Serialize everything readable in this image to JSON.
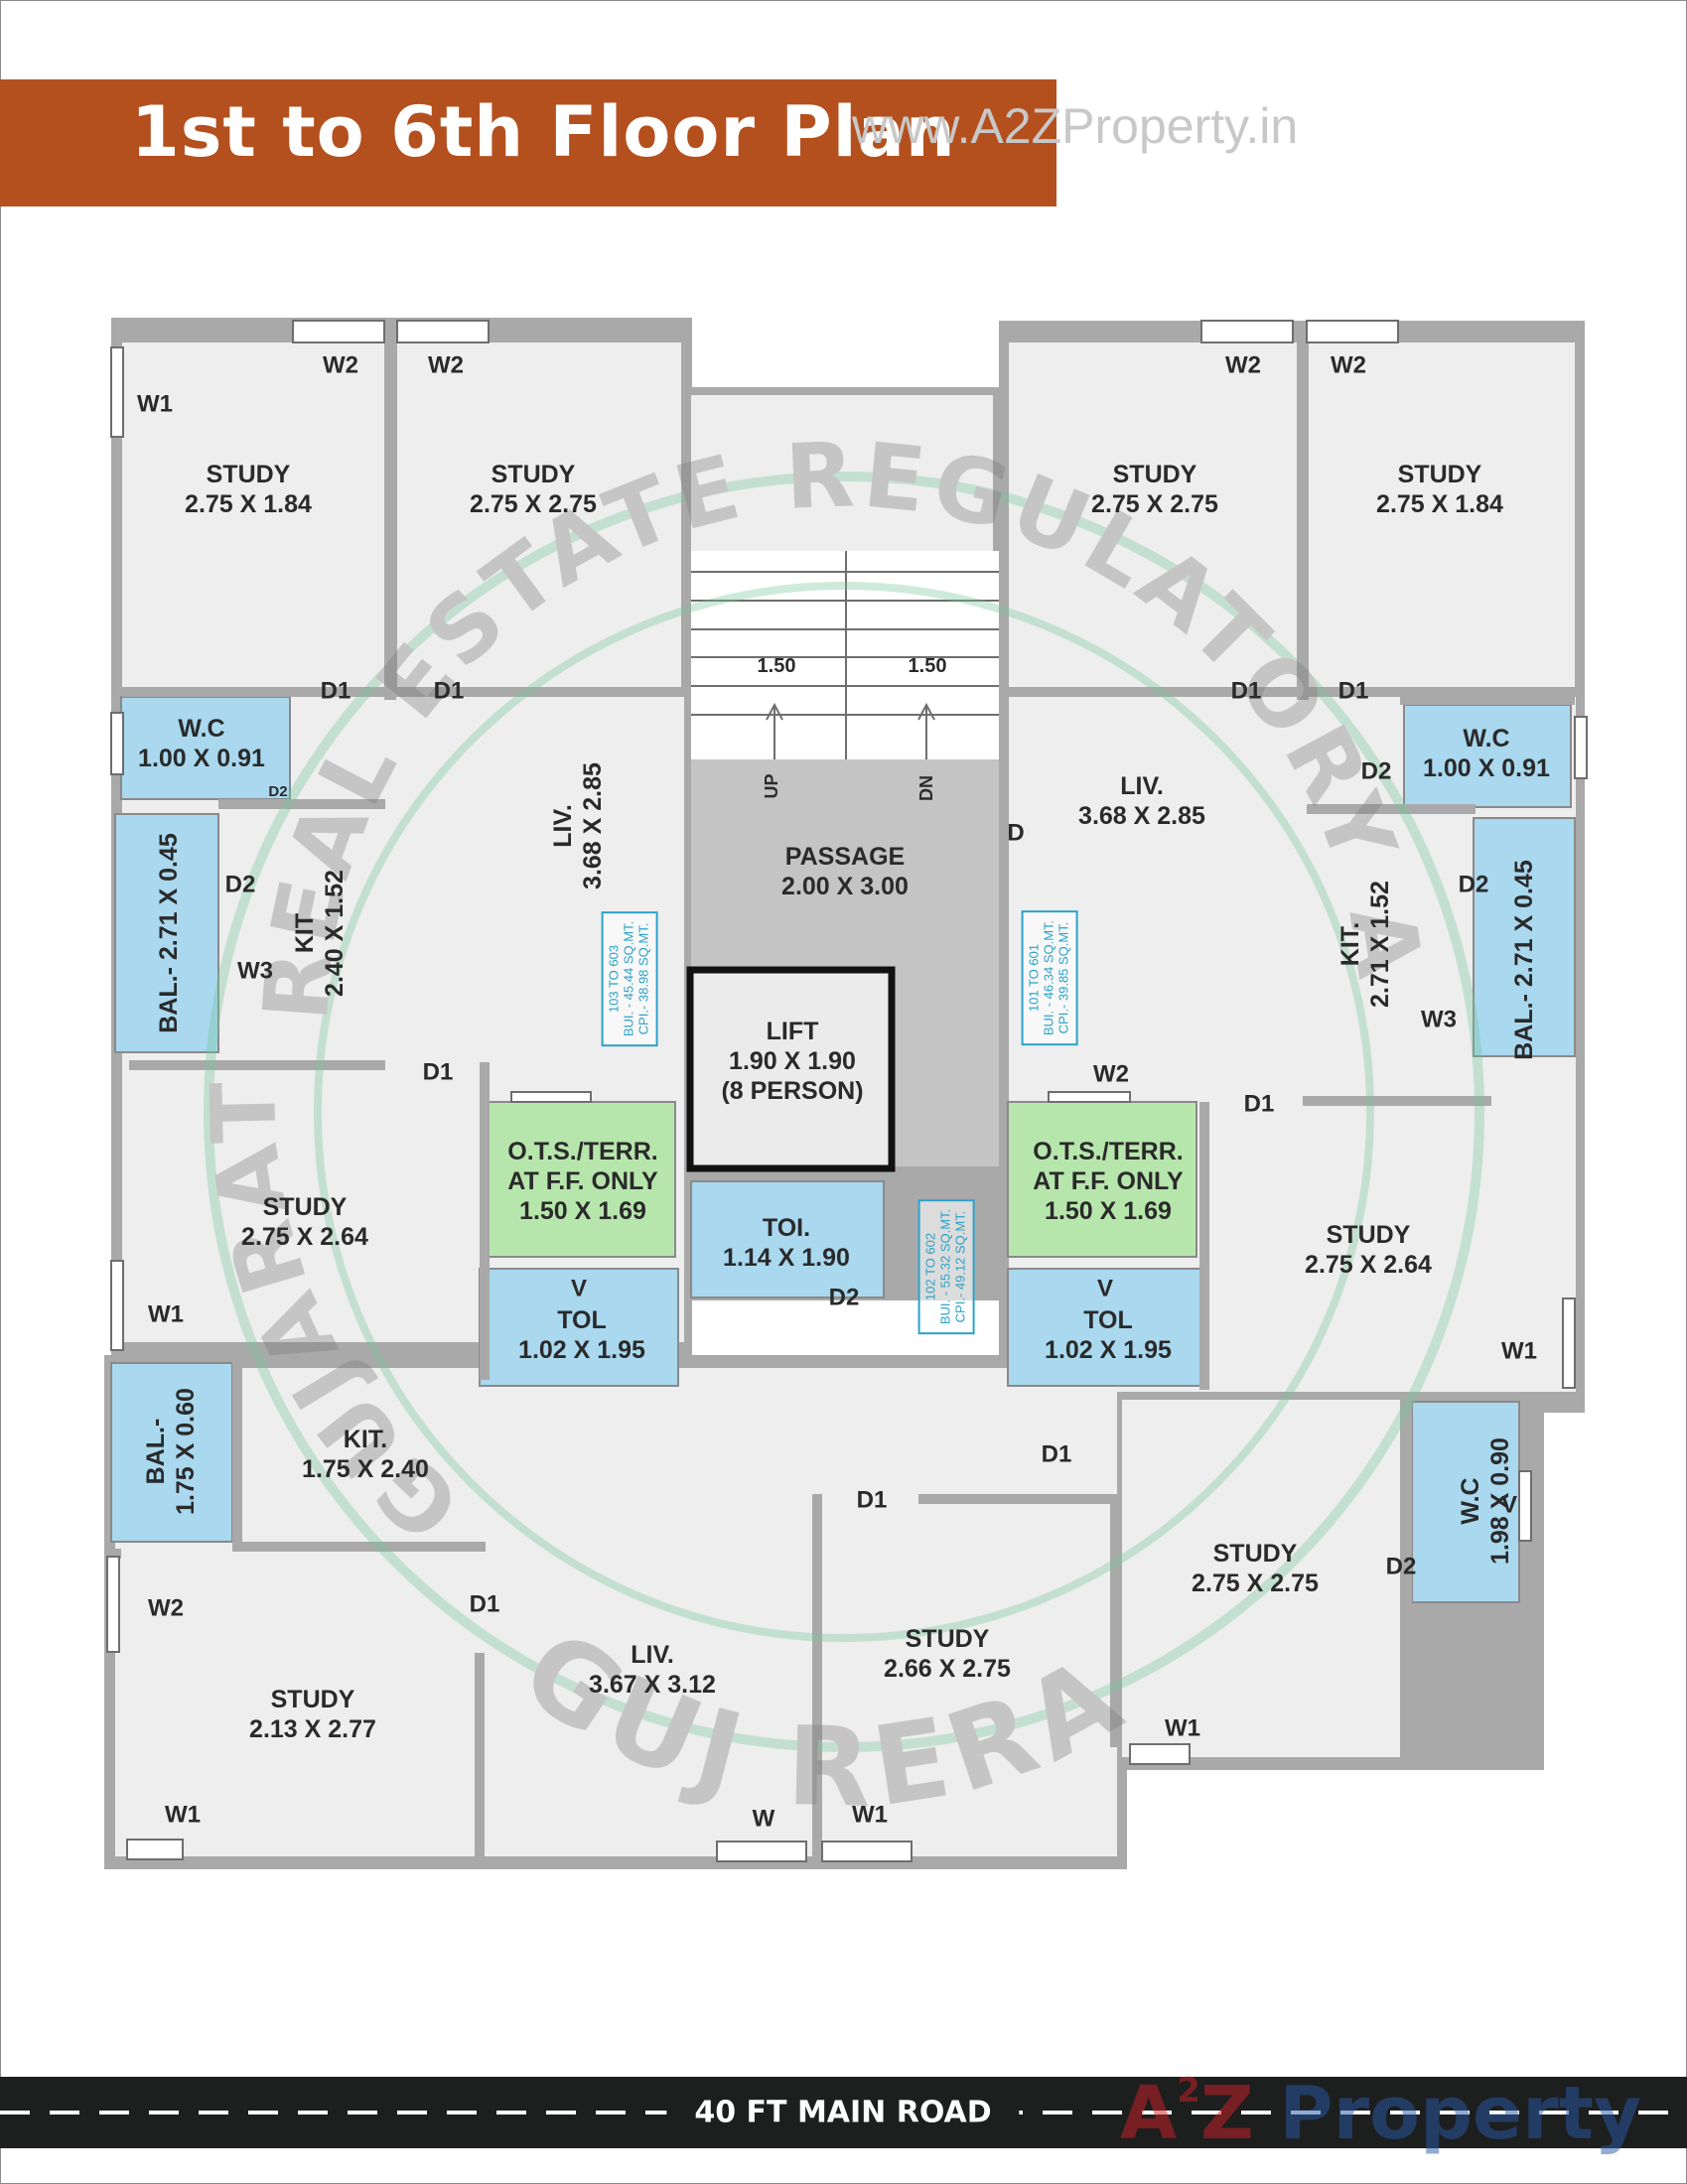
{
  "title": "1st to 6th Floor Plan",
  "watermark_url": "www.A2ZProperty.in",
  "seal": {
    "top_text": "REAL ESTATE REGULATORY AUTHORITY",
    "left_text": "GUJARAT",
    "bottom_text": "GUJ RERA"
  },
  "rooms": [
    {
      "name": "STUDY",
      "size": "2.75 X 1.84"
    },
    {
      "name": "STUDY",
      "size": "2.75 X 2.75"
    },
    {
      "name": "STUDY",
      "size": "2.75 X 2.75"
    },
    {
      "name": "STUDY",
      "size": "2.75 X 1.84"
    },
    {
      "name": "W.C",
      "size": "1.00 X 0.91"
    },
    {
      "name": "W.C",
      "size": "1.00 X 0.91"
    },
    {
      "name": "LIV.",
      "size": "3.68 X 2.85"
    },
    {
      "name": "LIV.",
      "size": "3.68 X 2.85"
    },
    {
      "name": "PASSAGE",
      "size": "2.00 X 3.00"
    },
    {
      "name": "BAL.- 2.71 X 0.45",
      "size": ""
    },
    {
      "name": "KIT",
      "size": "2.40 X 1.52"
    },
    {
      "name": "KIT.",
      "size": "2.71 X 1.52"
    },
    {
      "name": "BAL.- 2.71 X 0.45",
      "size": ""
    },
    {
      "name": "LIFT",
      "size": "1.90 X 1.90",
      "extra": "(8 PERSON)"
    },
    {
      "name": "O.T.S./TERR.",
      "size": "AT F.F. ONLY",
      "extra": "1.50 X 1.69"
    },
    {
      "name": "O.T.S./TERR.",
      "size": "AT F.F. ONLY",
      "extra": "1.50 X 1.69"
    },
    {
      "name": "STUDY",
      "size": "2.75 X 2.64"
    },
    {
      "name": "STUDY",
      "size": "2.75 X 2.64"
    },
    {
      "name": "TOI.",
      "size": "1.14 X 1.90"
    },
    {
      "name": "TOL",
      "size": "1.02 X 1.95"
    },
    {
      "name": "TOL",
      "size": "1.02 X 1.95"
    },
    {
      "name": "BAL.-",
      "size": "1.75 X 0.60"
    },
    {
      "name": "KIT.",
      "size": "1.75 X 2.40"
    },
    {
      "name": "W.C",
      "size": "1.98 X 0.90"
    },
    {
      "name": "STUDY",
      "size": "2.75 X 2.75"
    },
    {
      "name": "STUDY",
      "size": "2.66 X 2.75"
    },
    {
      "name": "LIV.",
      "size": "3.67 X 3.12"
    },
    {
      "name": "STUDY",
      "size": "2.13 X 2.77"
    }
  ],
  "openings": [
    "W1",
    "W2",
    "W2",
    "W2",
    "W2",
    "D1",
    "D1",
    "D1",
    "D1",
    "W.C",
    "D2",
    "D2",
    "D2",
    "D2",
    "W3",
    "W3",
    "D1",
    "D",
    "W2",
    "D1",
    "D1",
    "W1",
    "W1",
    "V",
    "V",
    "D2",
    "D1",
    "D1",
    "D2",
    "V",
    "W2",
    "D1",
    "W1",
    "W1",
    "W",
    "W1"
  ],
  "stair": {
    "width_left": "1.50",
    "width_right": "1.50",
    "up": "UP",
    "down": "DN"
  },
  "area_notes": [
    {
      "units": "103 TO 603",
      "built": "BUI. - 45.44 SQ.MT.",
      "carpet": "CPI.- 38.98 SQ.MT."
    },
    {
      "units": "101 TO 601",
      "built": "BUI. - 46.34 SQ.MT.",
      "carpet": "CPI.- 39.85 SQ.MT."
    },
    {
      "units": "102 TO 602",
      "built": "BUI. - 55.32 SQ.MT.",
      "carpet": "CPI.- 49.12 SQ.MT."
    }
  ],
  "road_label": "40 FT MAIN ROAD",
  "logo": {
    "prefix": "A",
    "superscript": "2",
    "mid": "Z ",
    "suffix": "Property"
  },
  "colors": {
    "title_band": "#b4501e",
    "wall": "#a9a9a9",
    "floor": "#eeeeee",
    "wet_area": "#a9d8ef",
    "terrace": "#b7e6ad",
    "passage": "#c4c4c4",
    "road": "#1d1e1e",
    "area_note": "#2aa2c8"
  }
}
